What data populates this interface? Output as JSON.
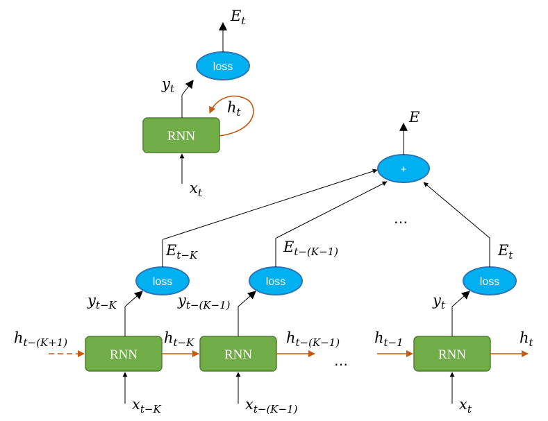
{
  "rnn_label": "RNN",
  "loss_label": "loss",
  "sum_label": "+",
  "ellipsis": "…",
  "top_cell": {
    "output_E": {
      "main": "E",
      "sub": "t"
    },
    "output_y": {
      "main": "y",
      "sub": "t"
    },
    "hidden": {
      "main": "h",
      "sub": "t"
    },
    "input": {
      "main": "x",
      "sub": "t"
    }
  },
  "total_error": {
    "main": "E"
  },
  "chain": [
    {
      "input": {
        "main": "x",
        "sub": "t−K"
      },
      "output_y": {
        "main": "y",
        "sub": "t−K"
      },
      "error": {
        "main": "E",
        "sub": "t−K"
      },
      "hidden_in": {
        "main": "h",
        "sub": "t−(K+1)"
      },
      "hidden_out": {
        "main": "h",
        "sub": "t−K"
      }
    },
    {
      "input": {
        "main": "x",
        "sub": "t−(K−1)"
      },
      "output_y": {
        "main": "y",
        "sub": "t−(K−1)"
      },
      "error": {
        "main": "E",
        "sub": "t−(K−1)"
      },
      "hidden_out": {
        "main": "h",
        "sub": "t−(K−1)"
      }
    },
    {
      "input": {
        "main": "x",
        "sub": "t"
      },
      "output_y": {
        "main": "y",
        "sub": "t"
      },
      "error": {
        "main": "E",
        "sub": "t"
      },
      "hidden_in": {
        "main": "h",
        "sub": "t−1"
      },
      "hidden_out": {
        "main": "h",
        "sub": "t"
      }
    }
  ]
}
